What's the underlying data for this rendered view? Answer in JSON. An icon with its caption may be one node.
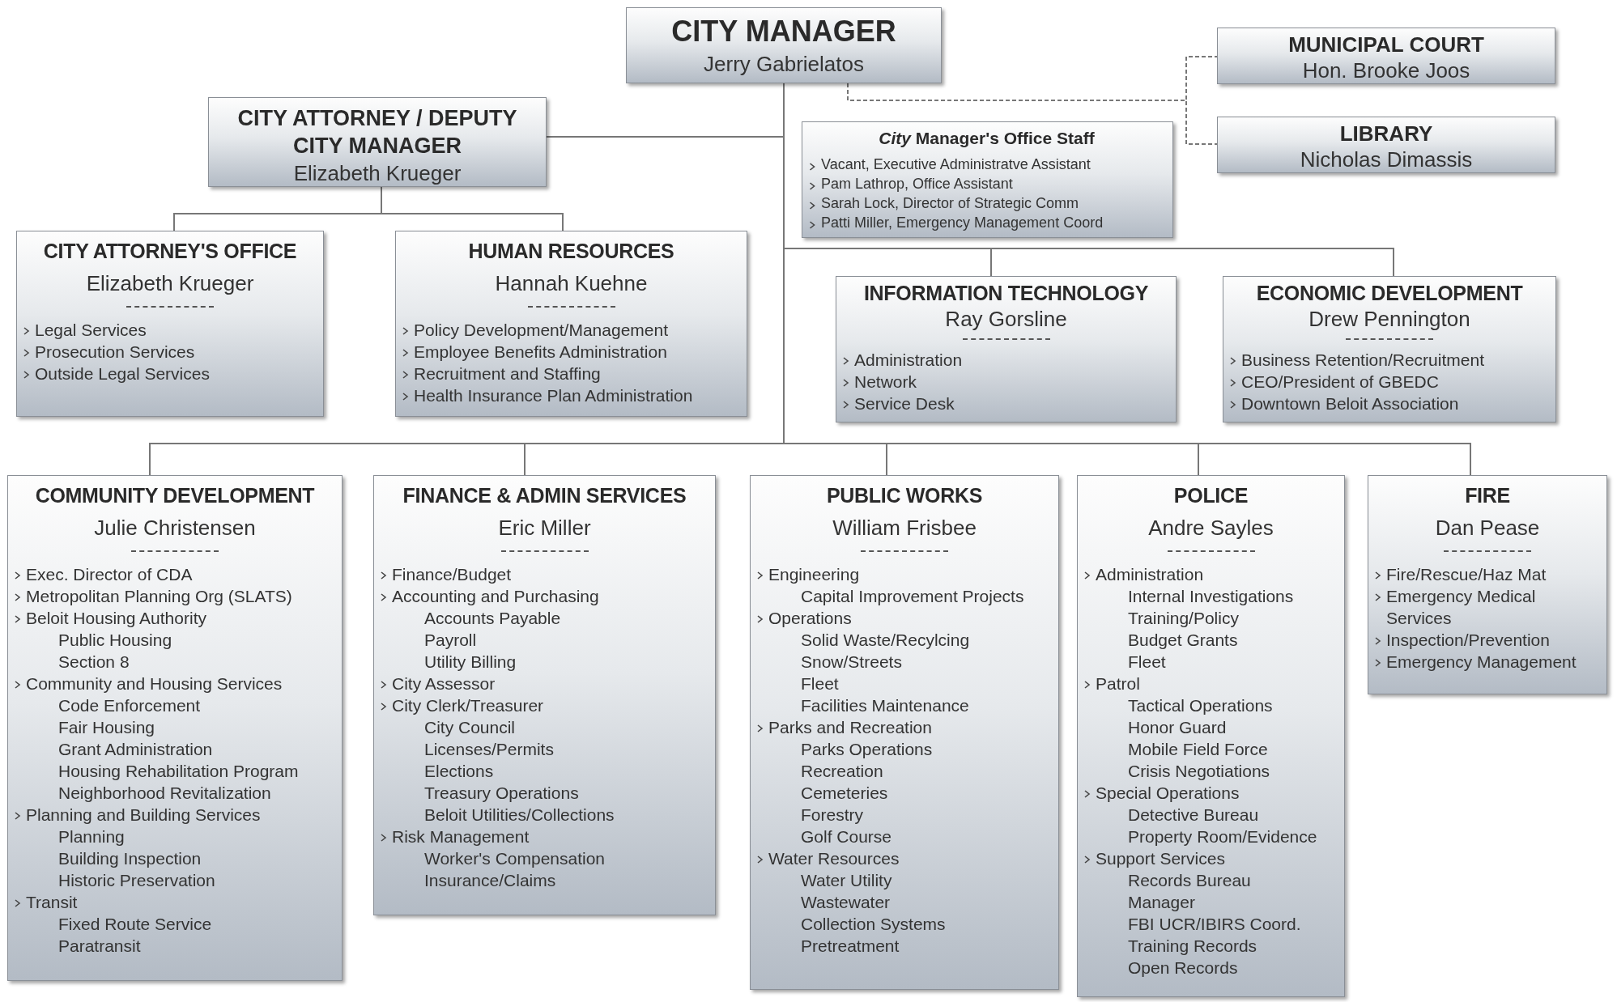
{
  "diagram": {
    "nodes": [
      {
        "text": [
          "CITY MANAGER",
          "Jerry Gabrielatos"
        ]
      },
      {
        "text": [
          "MUNICIPAL COURT",
          "Hon. Brooke Joos"
        ]
      },
      {
        "text": [
          "CITY ATTORNEY / DEPUTY CITY MANAGER",
          "Elizabeth Krueger"
        ]
      },
      {
        "text": [
          "*City* Manager's Office Staff",
          "Vacant, Executive Administratve Assistant",
          "Pam Lathrop, Office Assistant",
          "Sarah Lock, Director of Strategic Comm",
          "Patti Miller, Emergency Management Coord"
        ]
      },
      {
        "text": [
          "LIBRARY",
          "Nicholas Dimassis"
        ]
      },
      {
        "text": [
          "CITY ATTORNEY'S OFFICE",
          "Elizabeth Krueger",
          "Legal Services",
          "Prosecution Services",
          "Outside Legal Services"
        ]
      },
      {
        "text": [
          "HUMAN RESOURCES",
          "Hannah Kuehne",
          "Policy Development/Management",
          "Employee Benefits Administration",
          "Recruitment and Staffing",
          "Health Insurance Plan Administration"
        ]
      },
      {
        "text": [
          "INFORMATION TECHNOLOGY",
          "Ray Gorsline",
          "Administration",
          "Network",
          "Service Desk"
        ]
      },
      {
        "text": [
          "ECONOMIC DEVELOPMENT",
          "Drew Pennington",
          "Business Retention/Recruitment",
          "CEO/President of GBEDC",
          "Downtown Beloit Association"
        ]
      },
      {
        "text": [
          "COMMUNITY DEVELOPMENT",
          "Julie Christensen",
          "Exec. Director of CDA",
          "Metropolitan Planning Org (SLATS)",
          "Beloit Housing Authority",
          "Public Housing",
          "Section 8",
          "Community and Housing Services",
          "Code Enforcement",
          "Fair Housing",
          "Grant Administration",
          "Housing Rehabilitation Program",
          "Neighborhood Revitalization",
          "Planning and Building Services",
          "Planning",
          "Building Inspection",
          "Historic Preservation",
          "Transit",
          "Fixed Route Service",
          "Paratransit"
        ]
      },
      {
        "text": [
          "FINANCE & ADMIN SERVICES",
          "Eric Miller",
          "Finance/Budget",
          "Accounting and Purchasing",
          "Accounts Payable",
          "Payroll",
          "Utility Billing",
          "City Assessor",
          "City Clerk/Treasurer",
          "City Council",
          "Licenses/Permits",
          "Elections",
          "Treasury Operations",
          "Beloit Utilities/Collections",
          "Risk Management",
          "Worker's Compensation",
          "Insurance/Claims"
        ]
      },
      {
        "text": [
          "PUBLIC WORKS",
          "William Frisbee",
          "Engineering",
          "Capital Improvement Projects",
          "Operations",
          "Solid Waste/Recylcing",
          "Snow/Streets",
          "Fleet",
          "Facilities Maintenance",
          "Parks and Recreation",
          "Parks Operations",
          "Recreation",
          "Cemeteries",
          "Forestry",
          "Golf Course",
          "Water Resources",
          "Water Utility",
          "Wastewater",
          "Collection Systems",
          "Pretreatment"
        ]
      },
      {
        "text": [
          "POLICE",
          "Andre Sayles",
          "Administration",
          "Internal Investigations",
          "Training/Policy",
          "Budget Grants",
          "Fleet",
          "Patrol",
          "Tactical Operations",
          "Honor Guard",
          "Mobile Field Force",
          "Crisis Negotiations",
          "Special Operations",
          "Detective Bureau",
          "Property Room/Evidence",
          "Support Services",
          "Records Bureau",
          "Manager",
          "FBI UCR/IBIRS Coord.",
          "Training Records",
          "Open Records"
        ]
      },
      {
        "text": [
          "FIRE",
          "Dan Pease",
          "Fire/Rescue/Haz Mat",
          "Emergency Medical Services",
          "Inspection/Prevention",
          "Emergency Management"
        ]
      }
    ],
    "edges": [
      {
        "from": 0,
        "to": 2,
        "arrow": "none"
      },
      {
        "from": 0,
        "to": 1,
        "arrow": "none",
        "style": "dashed"
      },
      {
        "from": 0,
        "to": 4,
        "arrow": "none",
        "style": "dashed"
      },
      {
        "from": 2,
        "to": 5,
        "arrow": "none"
      },
      {
        "from": 2,
        "to": 6,
        "arrow": "none"
      },
      {
        "from": 0,
        "to": 7,
        "arrow": "none"
      },
      {
        "from": 0,
        "to": 8,
        "arrow": "none"
      },
      {
        "from": 0,
        "to": 9,
        "arrow": "none"
      },
      {
        "from": 0,
        "to": 10,
        "arrow": "none"
      },
      {
        "from": 0,
        "to": 11,
        "arrow": "none"
      },
      {
        "from": 0,
        "to": 12,
        "arrow": "none"
      },
      {
        "from": 0,
        "to": 13,
        "arrow": "none"
      }
    ]
  }
}
